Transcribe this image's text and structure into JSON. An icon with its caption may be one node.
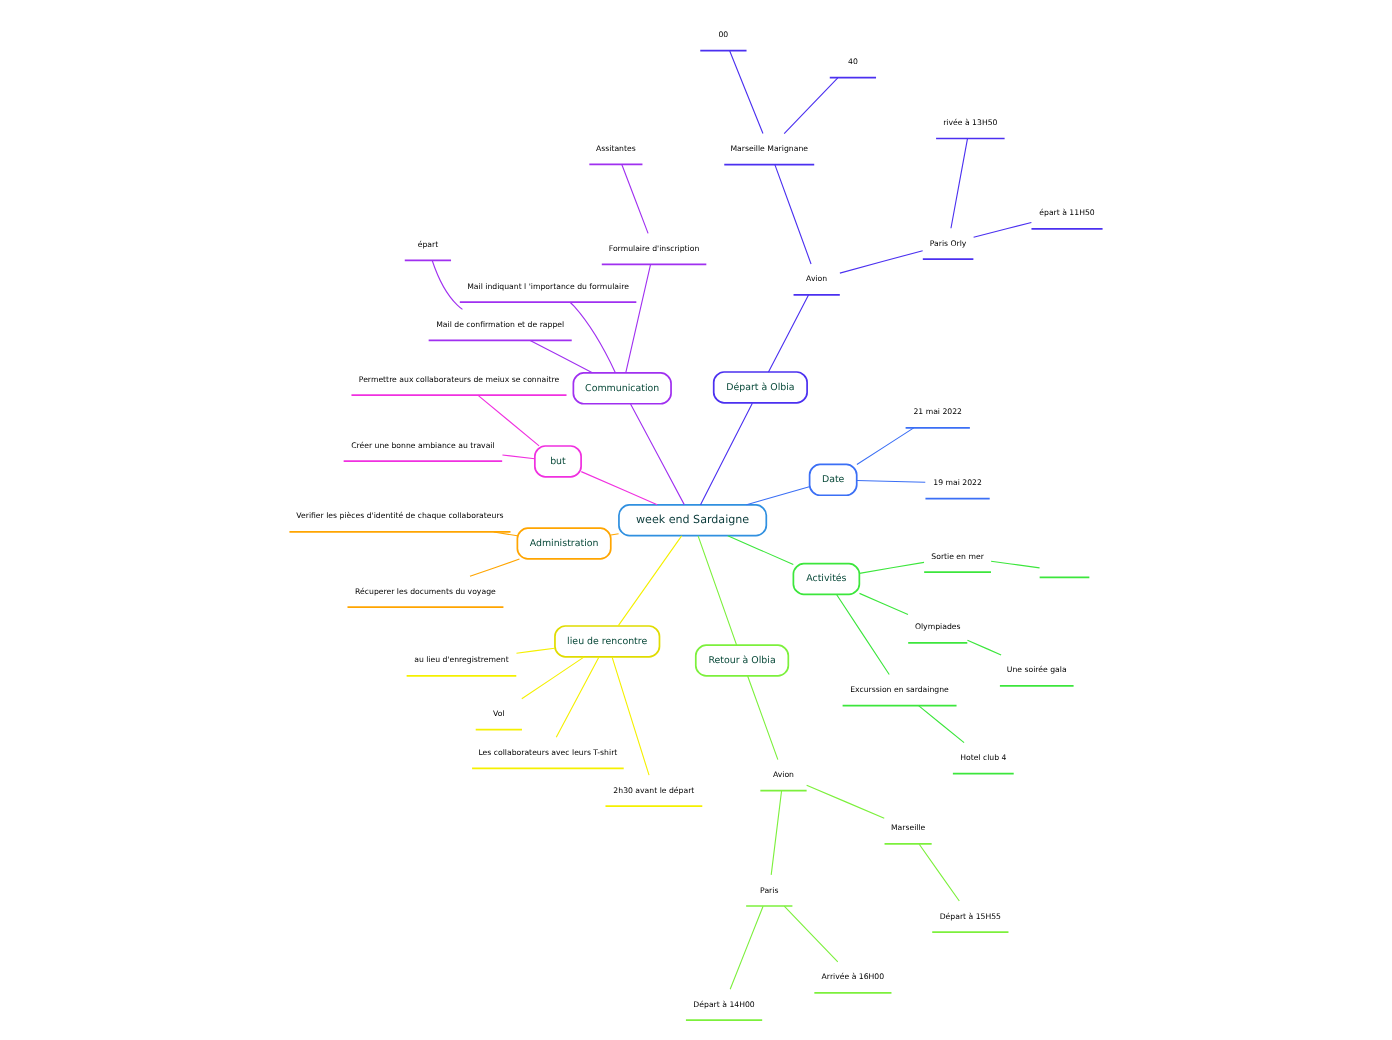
{
  "diagram": {
    "nodes": [
      {
        "text": [
          "week end Sardaigne"
        ]
      },
      {
        "text": [
          "Date"
        ]
      },
      {
        "text": [
          "19 mai 2022"
        ]
      },
      {
        "text": [
          "21 mai 2022"
        ]
      },
      {
        "text": [
          "Départ à Olbia"
        ]
      },
      {
        "text": [
          "Avion"
        ]
      },
      {
        "text": [
          "Paris Orly"
        ]
      },
      {
        "text": [
          "épart à 11H50"
        ]
      },
      {
        "text": [
          "rivée à 13H50"
        ]
      },
      {
        "text": [
          "Marseille Marignane"
        ]
      },
      {
        "text": [
          "40"
        ]
      },
      {
        "text": [
          "00"
        ]
      },
      {
        "text": [
          "Communication"
        ]
      },
      {
        "text": [
          "Formulaire d'inscription"
        ]
      },
      {
        "text": [
          "Assitantes"
        ]
      },
      {
        "text": [
          "Mail indiquant l 'importance du formulaire"
        ]
      },
      {
        "text": [
          "Mail de confirmation et de rappel"
        ]
      },
      {
        "text": [
          "épart"
        ]
      },
      {
        "text": [
          "but"
        ]
      },
      {
        "text": [
          "Permettre aux collaborateurs de meiux se connaitre"
        ]
      },
      {
        "text": [
          "Créer une bonne ambiance au travail"
        ]
      },
      {
        "text": [
          "Administration"
        ]
      },
      {
        "text": [
          "Verifier les pièces d'identité de chaque collaborateurs"
        ]
      },
      {
        "text": [
          "Récuperer les documents du voyage"
        ]
      },
      {
        "text": [
          "lieu de rencontre"
        ]
      },
      {
        "text": [
          "au lieu d'enregistrement"
        ]
      },
      {
        "text": [
          "Vol"
        ]
      },
      {
        "text": [
          "Les collaborateurs avec leurs T-shirt"
        ]
      },
      {
        "text": [
          "2h30 avant le départ"
        ]
      },
      {
        "text": [
          "Retour à Olbia"
        ]
      },
      {
        "text": [
          "Avion"
        ]
      },
      {
        "text": [
          "Paris"
        ]
      },
      {
        "text": [
          "Départ à 14H00"
        ]
      },
      {
        "text": [
          "Arrivée à 16H00"
        ]
      },
      {
        "text": [
          "Marseille"
        ]
      },
      {
        "text": [
          "Départ à 15H55"
        ]
      },
      {
        "text": [
          "Activités"
        ]
      },
      {
        "text": [
          "Excurssion en sardaingne"
        ]
      },
      {
        "text": [
          "Hotel club 4"
        ]
      },
      {
        "text": [
          "Olympiades"
        ]
      },
      {
        "text": [
          "Une soirée gala"
        ]
      },
      {
        "text": [
          "Sortie en mer"
        ]
      },
      {
        "text": [],
        "shape": "bar"
      }
    ],
    "edges": [
      {
        "from": 0,
        "to": 1,
        "arrow": "none",
        "color": "#3b6ff5"
      },
      {
        "from": 1,
        "to": 2,
        "arrow": "none",
        "color": "#3b6ff5"
      },
      {
        "from": 1,
        "to": 3,
        "arrow": "none",
        "color": "#3b6ff5"
      },
      {
        "from": 0,
        "to": 4,
        "arrow": "none",
        "color": "#4b30f0"
      },
      {
        "from": 4,
        "to": 5,
        "arrow": "none",
        "color": "#4b30f0"
      },
      {
        "from": 5,
        "to": 6,
        "arrow": "none",
        "color": "#4b30f0"
      },
      {
        "from": 6,
        "to": 7,
        "arrow": "none",
        "color": "#4b30f0"
      },
      {
        "from": 6,
        "to": 8,
        "arrow": "none",
        "color": "#4b30f0"
      },
      {
        "from": 5,
        "to": 9,
        "arrow": "none",
        "color": "#4b30f0"
      },
      {
        "from": 9,
        "to": 10,
        "arrow": "none",
        "color": "#4b30f0"
      },
      {
        "from": 9,
        "to": 11,
        "arrow": "none",
        "color": "#4b30f0"
      },
      {
        "from": 0,
        "to": 12,
        "arrow": "none",
        "color": "#a030f0"
      },
      {
        "from": 12,
        "to": 13,
        "arrow": "none",
        "color": "#a030f0"
      },
      {
        "from": 13,
        "to": 14,
        "arrow": "none",
        "color": "#a030f0"
      },
      {
        "from": 12,
        "to": 15,
        "arrow": "none",
        "color": "#a030f0"
      },
      {
        "from": 12,
        "to": 16,
        "arrow": "none",
        "color": "#a030f0"
      },
      {
        "from": 16,
        "to": 17,
        "arrow": "none",
        "color": "#a030f0"
      },
      {
        "from": 0,
        "to": 18,
        "arrow": "none",
        "color": "#f030e0"
      },
      {
        "from": 18,
        "to": 19,
        "arrow": "none",
        "color": "#f030e0"
      },
      {
        "from": 18,
        "to": 20,
        "arrow": "none",
        "color": "#f030e0"
      },
      {
        "from": 0,
        "to": 21,
        "arrow": "none",
        "color": "#ffa500"
      },
      {
        "from": 21,
        "to": 22,
        "arrow": "none",
        "color": "#ffa500"
      },
      {
        "from": 21,
        "to": 23,
        "arrow": "none",
        "color": "#ffa500"
      },
      {
        "from": 0,
        "to": 24,
        "arrow": "none",
        "color": "#f5f000"
      },
      {
        "from": 24,
        "to": 25,
        "arrow": "none",
        "color": "#f5f000"
      },
      {
        "from": 24,
        "to": 26,
        "arrow": "none",
        "color": "#f5f000"
      },
      {
        "from": 24,
        "to": 27,
        "arrow": "none",
        "color": "#f5f000"
      },
      {
        "from": 24,
        "to": 28,
        "arrow": "none",
        "color": "#f5f000"
      },
      {
        "from": 0,
        "to": 29,
        "arrow": "none",
        "color": "#7cf03c"
      },
      {
        "from": 29,
        "to": 30,
        "arrow": "none",
        "color": "#7cf03c"
      },
      {
        "from": 30,
        "to": 31,
        "arrow": "none",
        "color": "#7cf03c"
      },
      {
        "from": 31,
        "to": 32,
        "arrow": "none",
        "color": "#7cf03c"
      },
      {
        "from": 31,
        "to": 33,
        "arrow": "none",
        "color": "#7cf03c"
      },
      {
        "from": 30,
        "to": 34,
        "arrow": "none",
        "color": "#7cf03c"
      },
      {
        "from": 34,
        "to": 35,
        "arrow": "none",
        "color": "#7cf03c"
      },
      {
        "from": 0,
        "to": 36,
        "arrow": "none",
        "color": "#3ce63c"
      },
      {
        "from": 36,
        "to": 37,
        "arrow": "none",
        "color": "#3ce63c"
      },
      {
        "from": 37,
        "to": 38,
        "arrow": "none",
        "color": "#3ce63c"
      },
      {
        "from": 36,
        "to": 39,
        "arrow": "none",
        "color": "#3ce63c"
      },
      {
        "from": 39,
        "to": 40,
        "arrow": "none",
        "color": "#3ce63c"
      },
      {
        "from": 36,
        "to": 41,
        "arrow": "none",
        "color": "#3ce63c"
      },
      {
        "from": 41,
        "to": 42,
        "arrow": "none",
        "color": "#3ce63c"
      }
    ]
  }
}
